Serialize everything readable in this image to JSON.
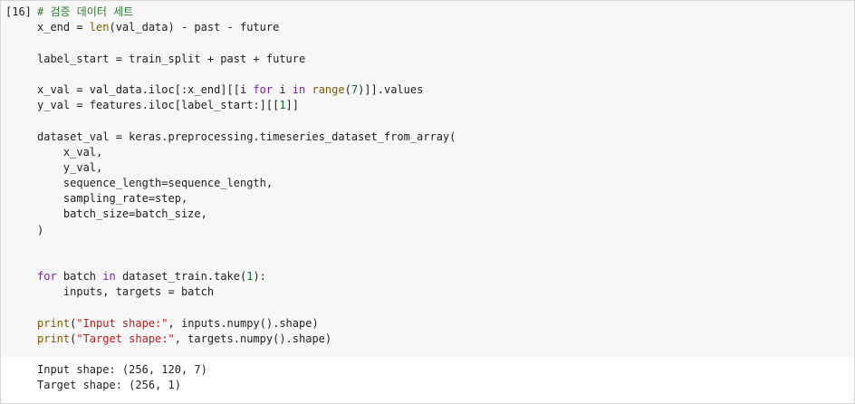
{
  "cell": {
    "prompt": "[16]",
    "code_lines": [
      [
        {
          "t": "# 검증 데이터 세트",
          "c": "c"
        }
      ],
      [
        {
          "t": "x_end = "
        },
        {
          "t": "len",
          "c": "b"
        },
        {
          "t": "(val_data) - past - future"
        }
      ],
      [],
      [
        {
          "t": "label_start = train_split + past + future"
        }
      ],
      [],
      [
        {
          "t": "x_val = val_data.iloc[:x_end][[i "
        },
        {
          "t": "for",
          "c": "k"
        },
        {
          "t": " i "
        },
        {
          "t": "in",
          "c": "k"
        },
        {
          "t": " "
        },
        {
          "t": "range",
          "c": "b"
        },
        {
          "t": "("
        },
        {
          "t": "7",
          "c": "n"
        },
        {
          "t": ")]].values"
        }
      ],
      [
        {
          "t": "y_val = features.iloc[label_start:][["
        },
        {
          "t": "1",
          "c": "n"
        },
        {
          "t": "]]"
        }
      ],
      [],
      [
        {
          "t": "dataset_val = keras.preprocessing.timeseries_dataset_from_array("
        }
      ],
      [
        {
          "t": "    x_val,"
        }
      ],
      [
        {
          "t": "    y_val,"
        }
      ],
      [
        {
          "t": "    sequence_length=sequence_length,"
        }
      ],
      [
        {
          "t": "    sampling_rate=step,"
        }
      ],
      [
        {
          "t": "    batch_size=batch_size,"
        }
      ],
      [
        {
          "t": ")"
        }
      ],
      [],
      [],
      [
        {
          "t": "for",
          "c": "k"
        },
        {
          "t": " batch "
        },
        {
          "t": "in",
          "c": "k"
        },
        {
          "t": " dataset_train.take("
        },
        {
          "t": "1",
          "c": "n"
        },
        {
          "t": "):"
        }
      ],
      [
        {
          "t": "    inputs, targets = batch"
        }
      ],
      [],
      [
        {
          "t": "print",
          "c": "b"
        },
        {
          "t": "("
        },
        {
          "t": "\"Input shape:\"",
          "c": "s"
        },
        {
          "t": ", inputs.numpy().shape)"
        }
      ],
      [
        {
          "t": "print",
          "c": "b"
        },
        {
          "t": "("
        },
        {
          "t": "\"Target shape:\"",
          "c": "s"
        },
        {
          "t": ", targets.numpy().shape)"
        }
      ]
    ],
    "output_lines": [
      "Input shape: (256, 120, 7)",
      "Target shape: (256, 1)"
    ]
  }
}
